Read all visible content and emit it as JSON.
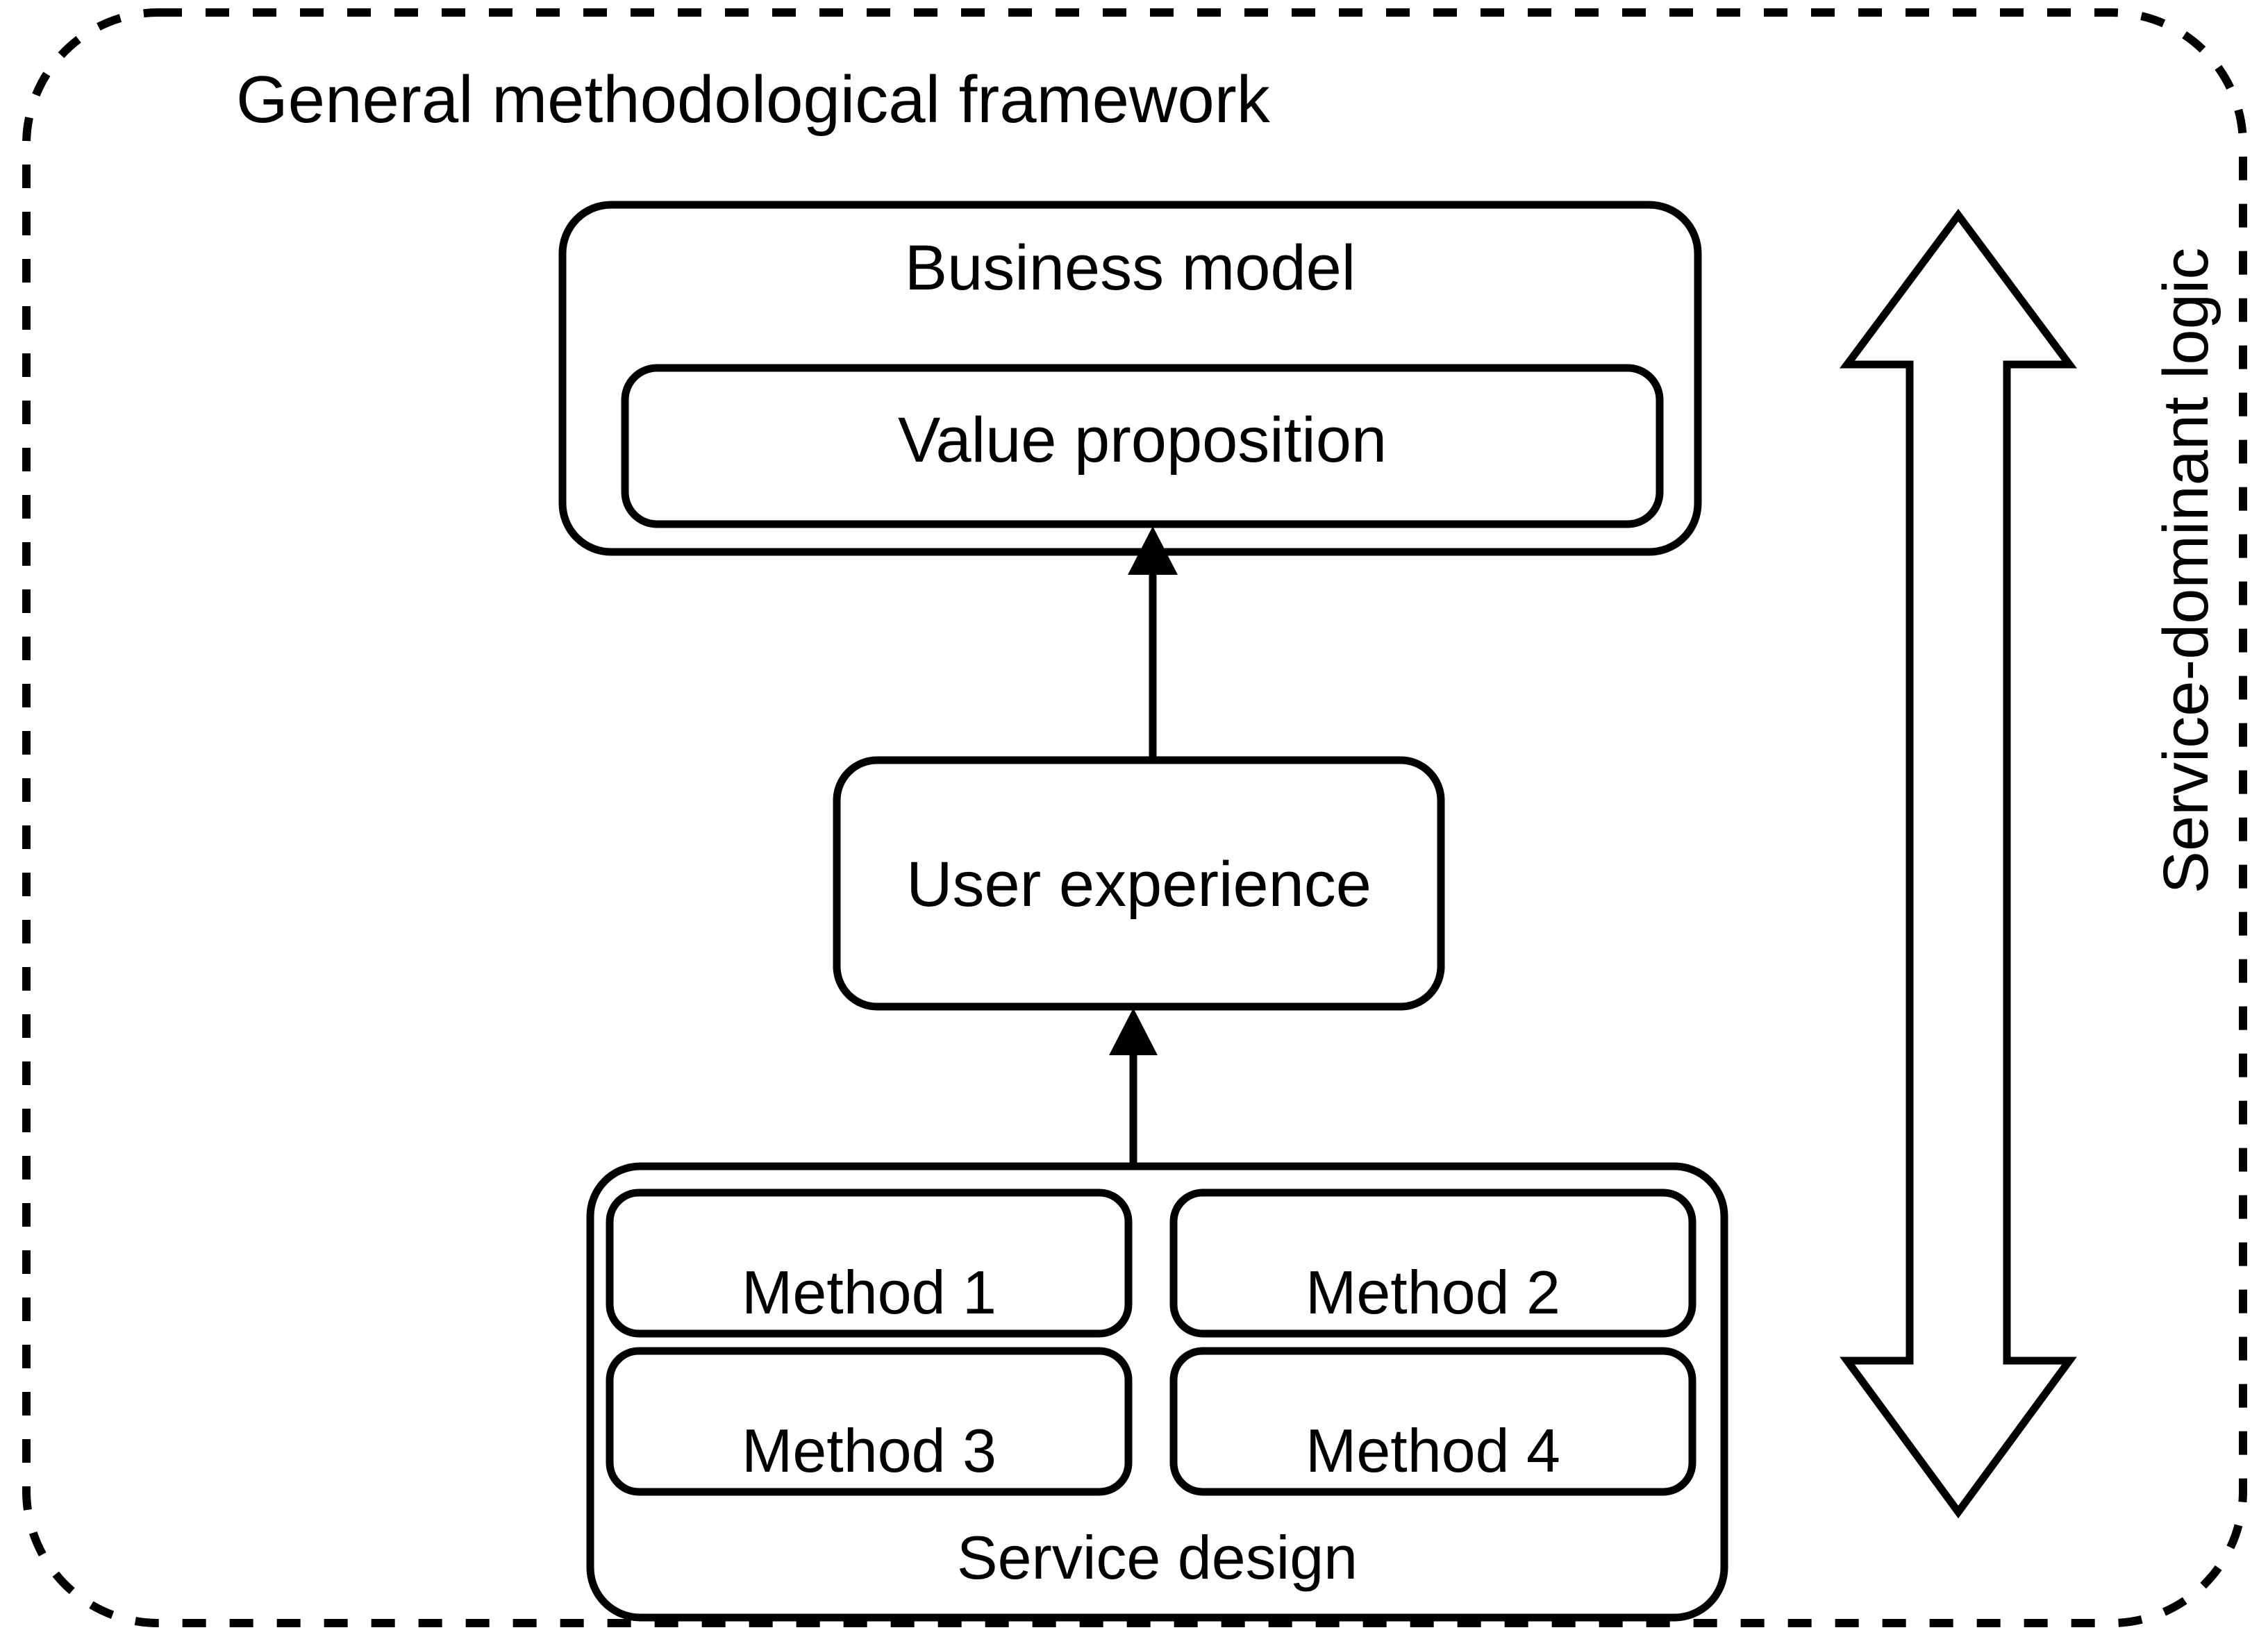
{
  "diagram": {
    "title": "General methodological framework",
    "outer_container": {
      "name": "General methodological framework",
      "border_style": "dashed",
      "stroke": "#000000"
    },
    "business_model": {
      "label": "Business model",
      "inner": {
        "label": "Value proposition"
      }
    },
    "user_experience": {
      "label": "User experience"
    },
    "service_design": {
      "label": "Service design",
      "methods": [
        {
          "label": "Method 1"
        },
        {
          "label": "Method 2"
        },
        {
          "label": "Method 3"
        },
        {
          "label": "Method 4"
        }
      ]
    },
    "side_arrow": {
      "label": "Service-dominant logic",
      "direction": "bidirectional-vertical"
    },
    "connectors": [
      {
        "from": "Service design",
        "to": "User experience",
        "style": "arrow-up"
      },
      {
        "from": "User experience",
        "to": "Value proposition",
        "style": "arrow-up"
      }
    ],
    "colors": {
      "stroke": "#000000",
      "fill": "#ffffff",
      "text": "#000000"
    }
  }
}
